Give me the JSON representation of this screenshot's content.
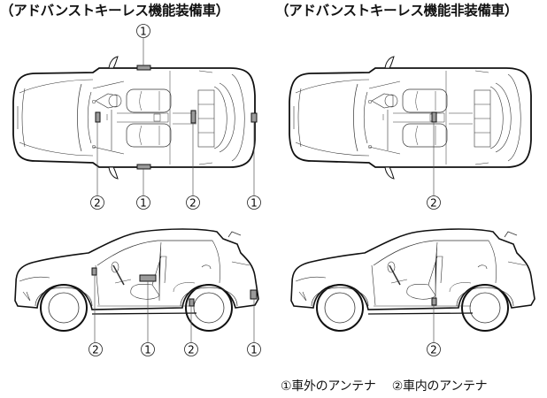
{
  "titles": {
    "left": "（アドバンストキーレス機能装備車）",
    "right": "（アドバンストキーレス機能非装備車）"
  },
  "legend": {
    "item1": "①車外のアンテナ",
    "item2": "②車内のアンテナ"
  },
  "callout_labels": {
    "exterior": "1",
    "interior": "2"
  },
  "diagrams": [
    {
      "id": "left-top-view",
      "variant": "equipped",
      "view": "top",
      "callouts": [
        "1",
        "2",
        "1",
        "2",
        "1"
      ]
    },
    {
      "id": "right-top-view",
      "variant": "not-equipped",
      "view": "top",
      "callouts": [
        "2"
      ]
    },
    {
      "id": "left-side-view",
      "variant": "equipped",
      "view": "side",
      "callouts": [
        "2",
        "1",
        "2",
        "1"
      ]
    },
    {
      "id": "right-side-view",
      "variant": "not-equipped",
      "view": "side",
      "callouts": [
        "2"
      ]
    }
  ],
  "colors": {
    "line": "#222222",
    "antenna_fill": "#9a9a9a",
    "background": "#ffffff"
  }
}
